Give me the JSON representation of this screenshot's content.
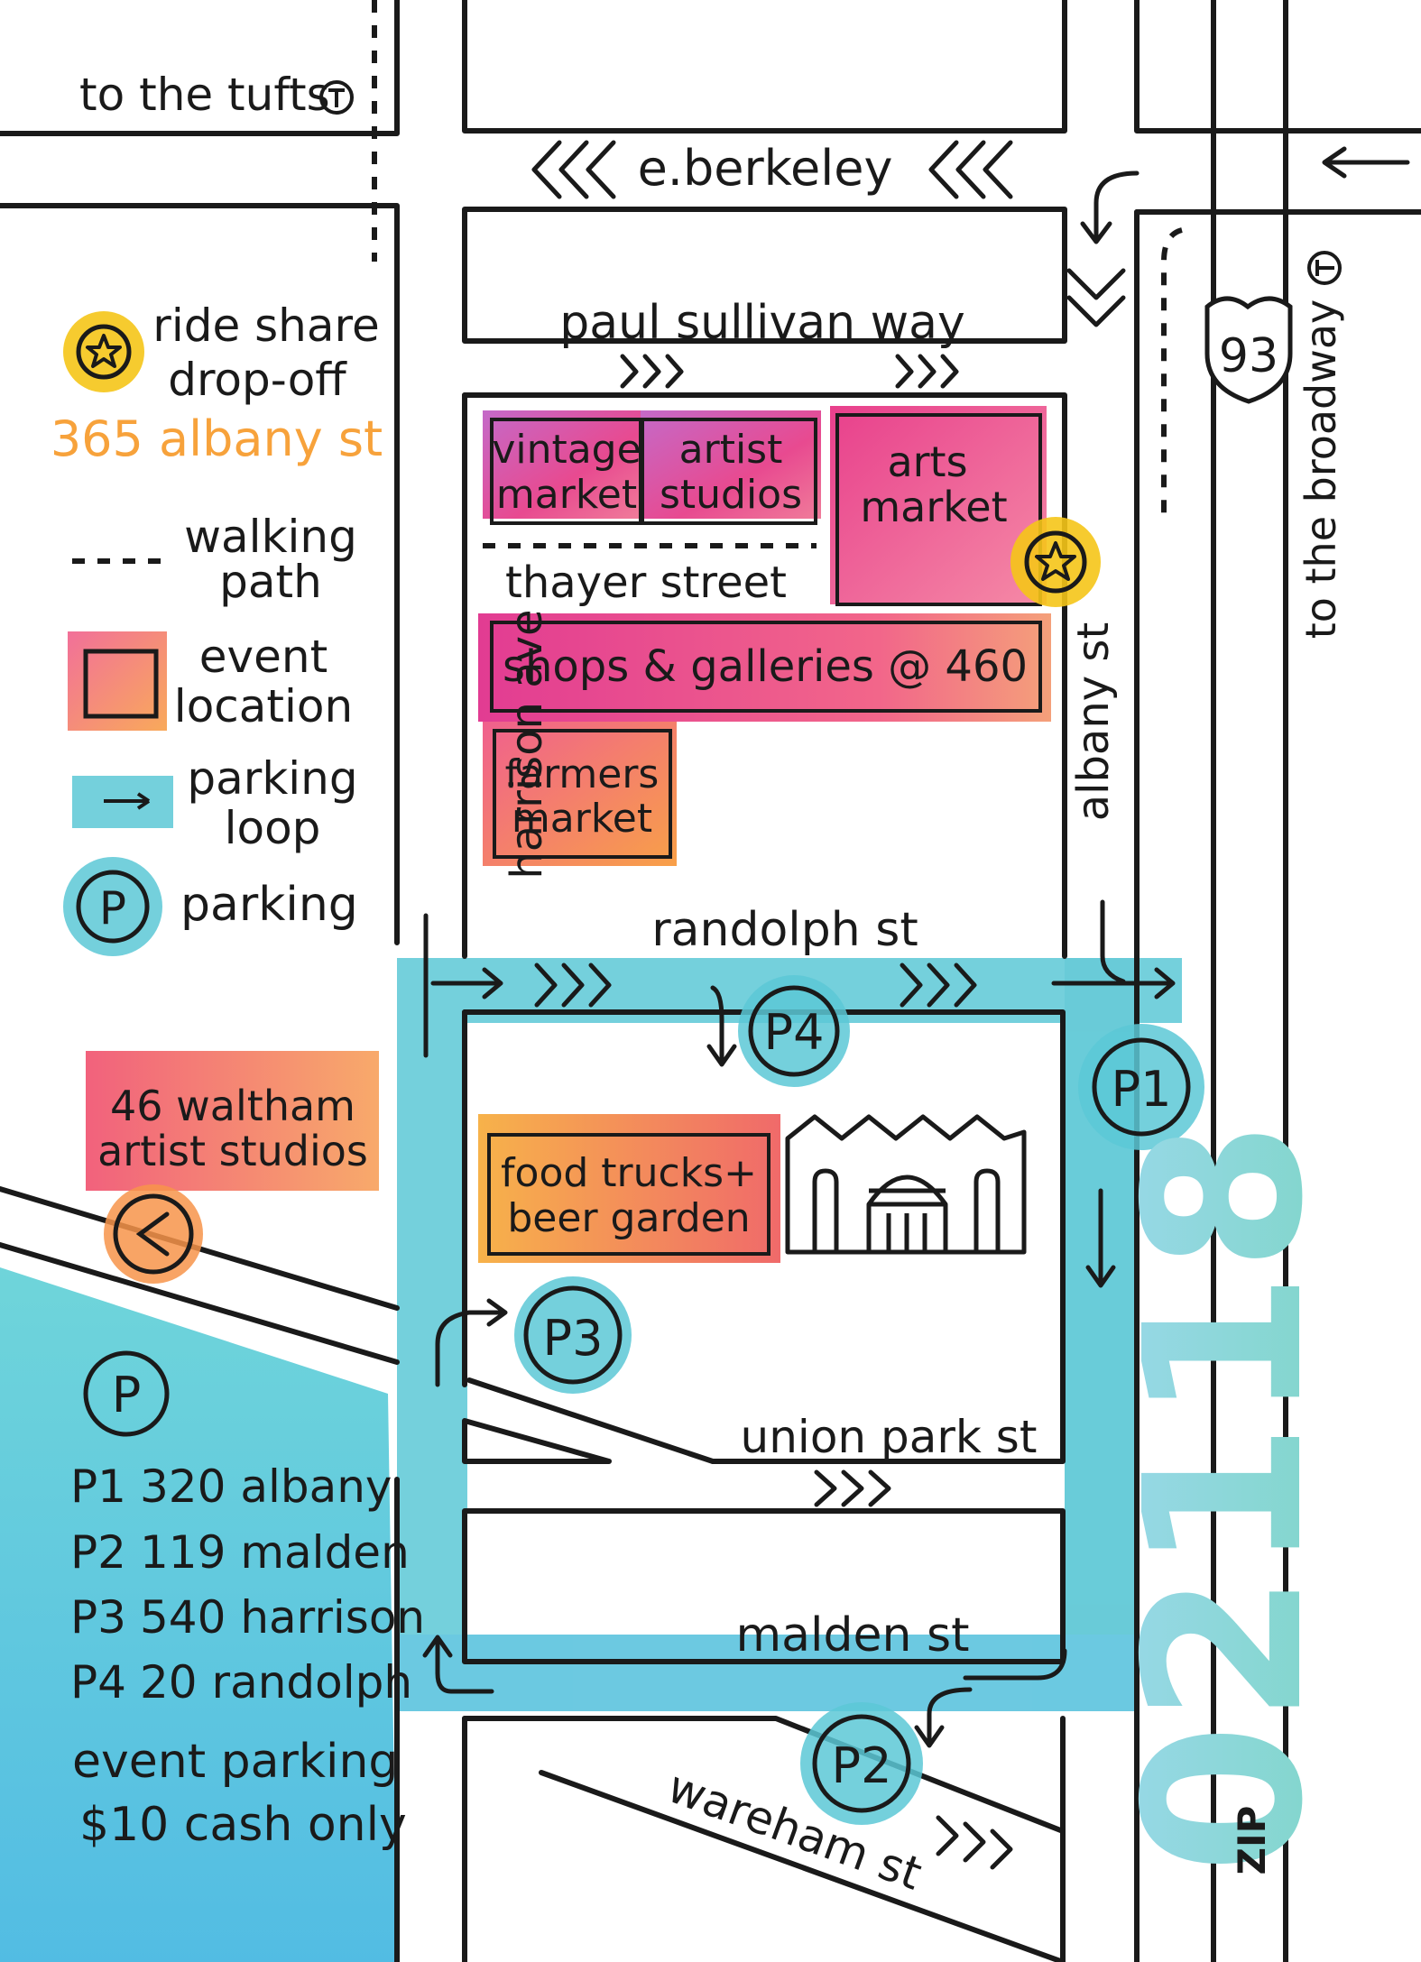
{
  "map": {
    "streets": {
      "e_berkeley": "e.berkeley",
      "paul_sullivan": "paul sullivan way",
      "thayer": "thayer street",
      "harrison": "harrison ave",
      "albany": "albany st",
      "randolph": "randolph st",
      "union_park": "union park st",
      "malden": "malden st",
      "wareham": "wareham st"
    },
    "directions": {
      "tufts": "to the tufts",
      "broadway": "to the broadway"
    },
    "highway": "93",
    "zip_label": "ZIP",
    "zip_code": "02118",
    "locations": {
      "vintage_line1": "vintage",
      "vintage_line2": "market",
      "artist_line1": "artist",
      "artist_line2": "studios",
      "arts_line1": "arts",
      "arts_line2": "market",
      "shops": "shops & galleries @ 460",
      "farmers_line1": "farmers",
      "farmers_line2": "market",
      "food_line1": "food trucks+",
      "food_line2": "beer garden",
      "waltham_line1": "46 waltham",
      "waltham_line2": "artist studios"
    },
    "parking_markers": [
      "P1",
      "P2",
      "P3",
      "P4"
    ]
  },
  "legend": {
    "rideshare_line1": "ride share",
    "rideshare_line2": "drop-off",
    "rideshare_address": "365 albany st",
    "walking_line1": "walking",
    "walking_line2": "path",
    "event_line1": "event",
    "event_line2": "location",
    "loop_line1": "parking",
    "loop_line2": "loop",
    "parking_label": "parking",
    "p_symbol": "P",
    "lots": [
      {
        "id": "P1",
        "address": "320 albany"
      },
      {
        "id": "P2",
        "address": "119 malden"
      },
      {
        "id": "P3",
        "address": "540 harrison"
      },
      {
        "id": "P4",
        "address": "20 randolph"
      }
    ],
    "note_line1": "event parking",
    "note_line2": "$10 cash only"
  },
  "colors": {
    "loop": "#5cc8d6",
    "magenta": "#e63a8a",
    "orange": "#f7944a",
    "address_orange": "#f7a23b",
    "star_yellow": "#f5c518"
  }
}
